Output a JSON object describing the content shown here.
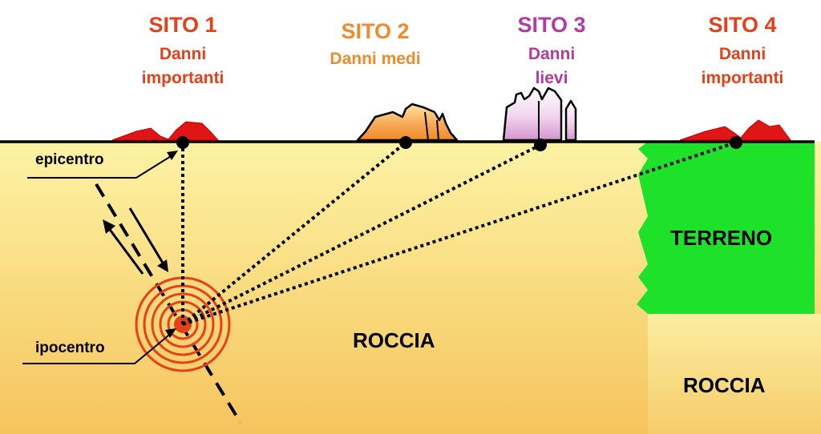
{
  "colors": {
    "site_red": "#e5401a",
    "site_orange": "#f08a2a",
    "site_purple": "#b13aa3",
    "rock_top": "#fdf3a5",
    "rock_bottom": "#f5c45c",
    "terrain_green": "#1ee22a",
    "waves": "#e5401a"
  },
  "sites": [
    {
      "title": "SITO 1",
      "desc": [
        "Danni",
        "importanti"
      ],
      "color": "#e5401a"
    },
    {
      "title": "SITO 2",
      "desc": [
        "Danni medi"
      ],
      "color": "#f08a2a"
    },
    {
      "title": "SITO 3",
      "desc": [
        "Danni",
        "lievi"
      ],
      "color": "#b13aa3"
    },
    {
      "title": "SITO 4",
      "desc": [
        "Danni",
        "importanti"
      ],
      "color": "#e5401a"
    }
  ],
  "labels": {
    "epicentro": "epicentro",
    "ipocentro": "ipocentro",
    "roccia_left": "ROCCIA",
    "terreno": "TERRENO",
    "roccia_right": "ROCCIA"
  }
}
